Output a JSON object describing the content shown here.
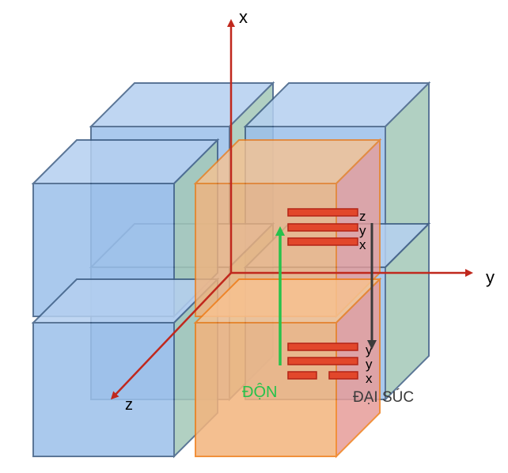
{
  "axes": {
    "x_label": "x",
    "y_label": "y",
    "z_label": "z"
  },
  "trigram_upper": {
    "lines": [
      "z",
      "y",
      "x"
    ]
  },
  "trigram_lower": {
    "lines": [
      "y",
      "y",
      "x"
    ]
  },
  "arrows": {
    "green_label": "ĐỘN",
    "dark_label": "ĐẠI SÚC"
  },
  "colors": {
    "blue_face": "#9cc0ea",
    "blue_stroke": "#3f5f85",
    "orange_face": "#f3b47d",
    "orange_stroke": "#ef7d1a",
    "axis_red": "#c0281d",
    "green_arrow": "#27c24b",
    "dark_arrow": "#3b3b3b",
    "bar_fill": "#e2472b",
    "bar_stroke": "#b32416"
  }
}
